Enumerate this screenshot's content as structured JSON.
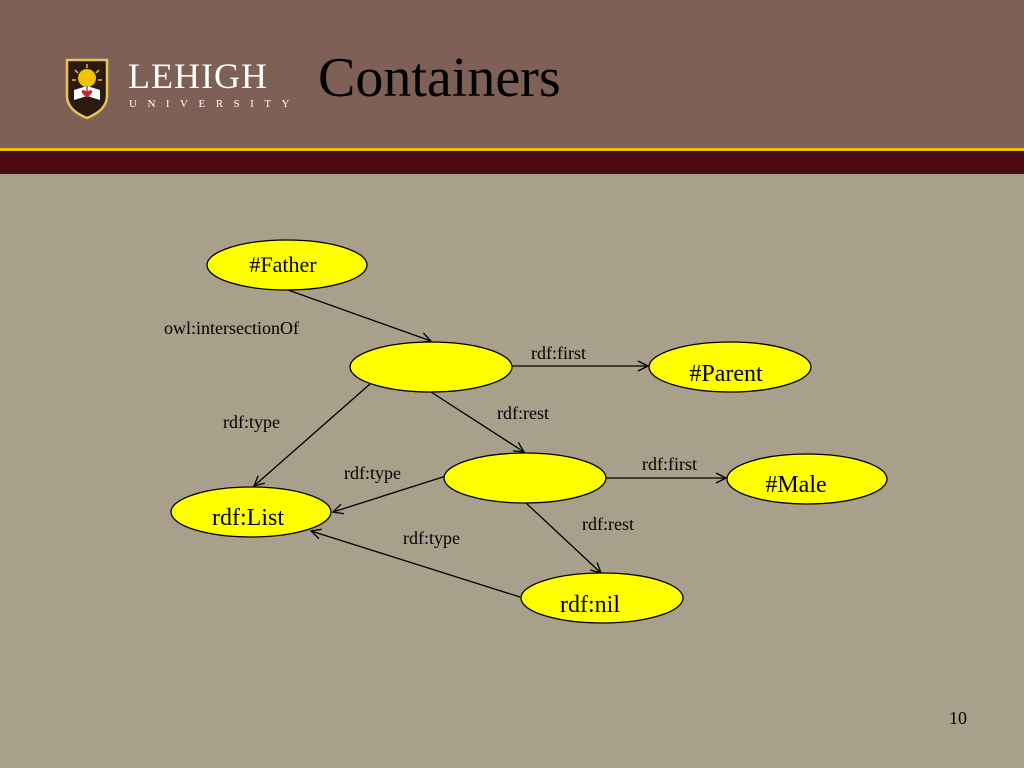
{
  "slide": {
    "title": "Containers",
    "page_number": "10"
  },
  "logo": {
    "name": "LEHIGH",
    "subtitle": "UNIVERSITY"
  },
  "colors": {
    "header": "#7f6057",
    "accent_gold": "#f1c200",
    "dark_band": "#4a0c10",
    "background": "#a8a08a",
    "node_fill": "#ffff00"
  },
  "diagram": {
    "nodes": {
      "father": "#Father",
      "list1": "",
      "parent": "#Parent",
      "list2": "",
      "male": "#Male",
      "rdf_list": "rdf:List",
      "rdf_nil": "rdf:nil"
    },
    "edges": {
      "intersection_of": "owl:intersectionOf",
      "first1": "rdf:first",
      "rest1": "rdf:rest",
      "type1": "rdf:type",
      "type2": "rdf:type",
      "first2": "rdf:first",
      "rest2": "rdf:rest",
      "type3": "rdf:type"
    }
  }
}
